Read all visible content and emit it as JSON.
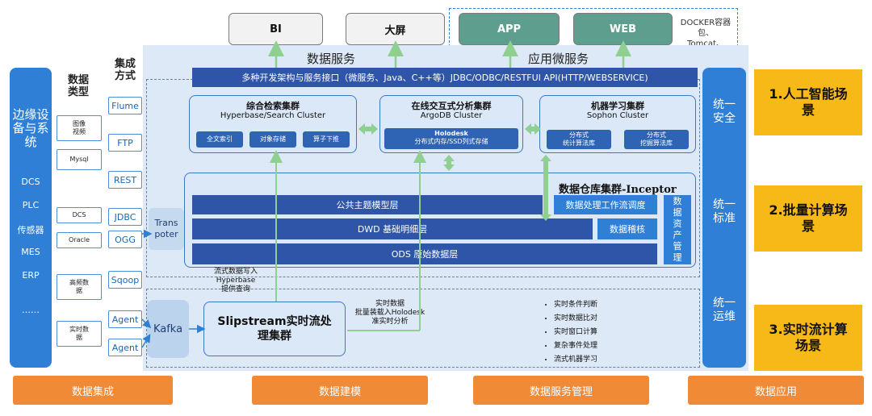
{
  "edge": {
    "title": "边缘设备与系统",
    "items": [
      "DCS",
      "PLC",
      "传感器",
      "MES",
      "ERP",
      "……"
    ]
  },
  "headers": {
    "data_type": "数据类型",
    "integration": "集成方式"
  },
  "sources": [
    {
      "label": "图像视频"
    },
    {
      "label": "Mysql"
    },
    {
      "label": "DCS"
    },
    {
      "label": "Oracle"
    },
    {
      "label": "高频数据"
    },
    {
      "label": "实时数据"
    }
  ],
  "integration": [
    "Flume",
    "FTP",
    "REST",
    "JDBC",
    "OGG",
    "Sqoop",
    "Agent",
    "Agent"
  ],
  "top": {
    "bi": "BI",
    "big_screen": "大屏",
    "app": "APP",
    "web": "WEB",
    "docker": "DOCKER容器包、Tomcat、Jboss、Websphere"
  },
  "sections": {
    "data_service": "数据服务",
    "micro_service": "应用微服务"
  },
  "api_bar": "多种开发架构与服务接口（微服务、Java、C++等）JDBC/ODBC/RESTFUl API(HTTP/WEBSERVICE)",
  "search_cluster": {
    "title": "综合检索集群",
    "subtitle": "Hyperbase/Search Cluster",
    "items": [
      "全文索引",
      "对象存储",
      "算子下推"
    ]
  },
  "argo_cluster": {
    "title": "在线交互式分析集群",
    "subtitle": "ArgoDB Cluster",
    "tag_title": "Holodesk",
    "tag_sub": "分布式内存/SSD列式存储"
  },
  "sophon_cluster": {
    "title": "机器学习集群",
    "subtitle": "Sophon Cluster",
    "items": [
      "分布式统计算法库",
      "分布式挖掘算法库"
    ]
  },
  "warehouse": {
    "title": "数据仓库集群-Inceptor",
    "common_layer": "公共主题模型层",
    "workflow": "数据处理工作流调度",
    "dwd": "DWD  基础明细层",
    "audit": "数据稽核",
    "ods": "ODS  原始数据层",
    "asset": "数据资产管理"
  },
  "transporter": "Transporter",
  "kafka": "Kafka",
  "slipstream": {
    "title": "Slipstream实时流处理集群"
  },
  "note_left": "流式数据写入Hyperbase提供查询",
  "note_right": "实时数据批量装载入Holodesk准实时分析",
  "stream_features": [
    "实时条件判断",
    "实时数据比对",
    "实时窗口计算",
    "复杂事件处理",
    "流式机器学习"
  ],
  "unified": [
    "统一安全",
    "统一标准",
    "统一运维"
  ],
  "scenarios": [
    "1.人工智能场景",
    "2.批量计算场景",
    "3.实时流计算场景"
  ],
  "bottom": [
    "数据集成",
    "数据建模",
    "数据服务管理",
    "数据应用"
  ],
  "colors": {
    "primary_blue": "#2f7fd6",
    "dark_blue": "#2f55a8",
    "light_blue": "#dde9f7",
    "green": "#9ccf9c",
    "yellow": "#f7b918",
    "orange": "#f08a37"
  }
}
